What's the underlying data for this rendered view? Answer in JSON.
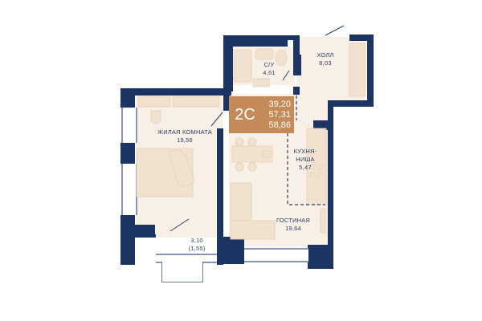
{
  "apartment": {
    "type": "2С",
    "areas": {
      "living": "39,20",
      "total": "57,31",
      "total_with_balcony": "58,86"
    },
    "colors": {
      "walls": "#1c3461",
      "floor": "#f8efe6",
      "badge": "#c48a58",
      "furniture": "#eed9c3",
      "text": "#2c3d63"
    }
  },
  "rooms": [
    {
      "id": "bathroom",
      "name": "С/У",
      "area": "4,61"
    },
    {
      "id": "hall",
      "name": "ХОЛЛ",
      "area": "8,03"
    },
    {
      "id": "bedroom",
      "name": "ЖИЛАЯ КОМНАТА",
      "area": "19,56"
    },
    {
      "id": "kitchen",
      "name": "КУХНЯ-\nНИША",
      "name_line1": "КУХНЯ-",
      "name_line2": "НИША",
      "area": "5,47"
    },
    {
      "id": "living",
      "name": "ГОСТИНАЯ",
      "area": "19,64"
    },
    {
      "id": "balcony",
      "name": "",
      "area": "3,10",
      "area_reduced": "(1,55)"
    }
  ]
}
